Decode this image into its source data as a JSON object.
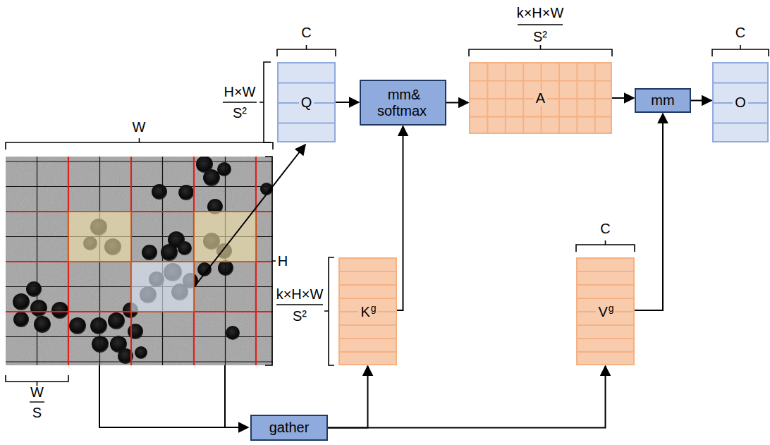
{
  "diagram": {
    "nodes": [
      {
        "text": [
          "Q"
        ]
      },
      {
        "text": [
          "mm& softmax"
        ]
      },
      {
        "text": [
          "A"
        ]
      },
      {
        "text": [
          "mm"
        ]
      },
      {
        "text": [
          "O"
        ]
      },
      {
        "text": [
          "K",
          "g"
        ]
      },
      {
        "text": [
          "V",
          "g"
        ]
      },
      {
        "text": [
          "gather"
        ]
      }
    ],
    "edges": [
      {
        "from": 0,
        "to": 1,
        "arrow": "to"
      },
      {
        "from": 1,
        "to": 2,
        "arrow": "to"
      },
      {
        "from": 2,
        "to": 3,
        "arrow": "to"
      },
      {
        "from": 3,
        "to": 4,
        "arrow": "to"
      },
      {
        "from": 5,
        "to": 1,
        "arrow": "to"
      },
      {
        "from": 6,
        "to": 3,
        "arrow": "to"
      },
      {
        "from": 7,
        "to": 5,
        "arrow": "to"
      },
      {
        "from": 7,
        "to": 6,
        "arrow": "to"
      }
    ],
    "labels": [
      "W",
      "H",
      "W",
      "S",
      "C",
      "H×W",
      "S²",
      "k×H×W",
      "S²",
      "C",
      "k×H×W",
      "S²",
      "C"
    ]
  }
}
